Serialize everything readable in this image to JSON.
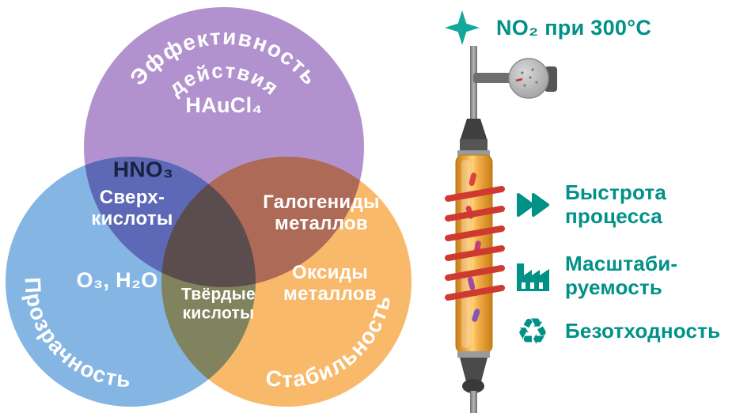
{
  "colors": {
    "accent_teal": "#009187",
    "star_teal": "#14a79b",
    "circle_effectiveness": "#b292ce",
    "circle_transparency": "#85b5e2",
    "circle_stability": "#f8b96b",
    "dark_formula_text": "#16233f",
    "coil_red": "#cf3a30",
    "tube_amber": "#eda23d"
  },
  "venn": {
    "effectiveness": {
      "arc_label_line1": "Эффективность",
      "arc_label_line2": "действия",
      "item": "HAuCl₄"
    },
    "transparency": {
      "arc_label": "Прозрачность",
      "item": "O₃, H₂O"
    },
    "stability": {
      "arc_label": "Стабильность",
      "item_halides": "Галогениды\nметаллов",
      "item_oxides": "Оксиды\nметаллов"
    },
    "overlap_eff_transp": {
      "item_formula": "HNO₃",
      "item_superacids": "Сверх-\nкислоты"
    },
    "overlap_center": {
      "item": "Твёрдые\nкислоты"
    }
  },
  "right_panel": {
    "headline": "NO₂ при 300°C",
    "features": [
      {
        "icon": "fast-forward-icon",
        "label": "Быстрота\nпроцесса"
      },
      {
        "icon": "factory-icon",
        "label": "Масштаби-\nруемость"
      },
      {
        "icon": "recycle-icon",
        "label": "Безотходность"
      }
    ],
    "recycle_glyph": "♻"
  }
}
